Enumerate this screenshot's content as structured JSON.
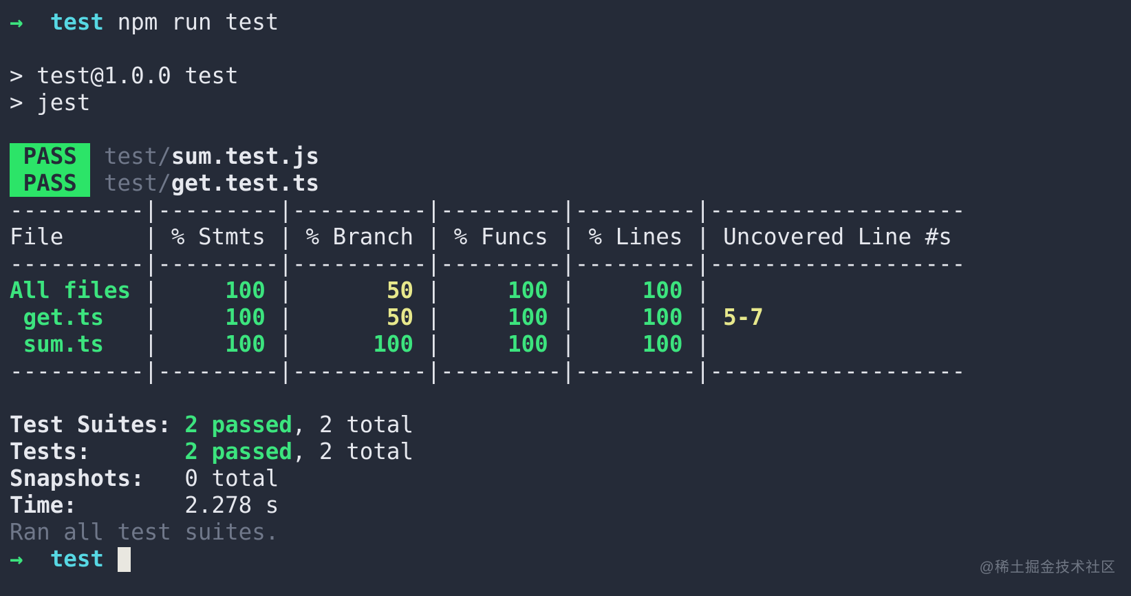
{
  "colors": {
    "background": "#252b38",
    "foreground": "#e6e8ee",
    "muted_gray": "#70788a",
    "green": "#3ce47e",
    "pass_badge_green": "#2ce468",
    "cyan": "#57d8e4",
    "yellow": "#e7e88c",
    "cursor": "#e9e7e0"
  },
  "prompt_top": {
    "arrow": "→",
    "spacer": "  ",
    "directory": "test",
    "command": " npm run test"
  },
  "npm_echo": {
    "package_line": "> test@1.0.0 test",
    "runner_line": "> jest"
  },
  "pass_results": [
    {
      "badge": " PASS ",
      "gap": " ",
      "dir": "test/",
      "file": "sum.test.js"
    },
    {
      "badge": " PASS ",
      "gap": " ",
      "dir": "test/",
      "file": "get.test.ts"
    }
  ],
  "coverage_table": {
    "divider": "----------|---------|----------|---------|---------|-------------------",
    "sep": "|",
    "header": {
      "file": "File      ",
      "stmts": " % Stmts ",
      "branch": " % Branch ",
      "funcs": " % Funcs ",
      "lines": " % Lines ",
      "uncovered": " Uncovered Line #s "
    },
    "rows": [
      {
        "file": "All files ",
        "stmts": "     100 ",
        "branch": "       50 ",
        "funcs": "     100 ",
        "lines": "     100 ",
        "uncovered": ""
      },
      {
        "file": " get.ts   ",
        "stmts": "     100 ",
        "branch": "       50 ",
        "funcs": "     100 ",
        "lines": "     100 ",
        "uncovered": " 5-7"
      },
      {
        "file": " sum.ts   ",
        "stmts": "     100 ",
        "branch": "      100 ",
        "funcs": "     100 ",
        "lines": "     100 ",
        "uncovered": ""
      }
    ]
  },
  "summary": {
    "suites_label": "Test Suites: ",
    "suites_passed": "2 passed",
    "suites_rest": ", 2 total",
    "tests_label": "Tests:       ",
    "tests_passed": "2 passed",
    "tests_rest": ", 2 total",
    "snapshots_label": "Snapshots:   ",
    "snapshots_value": "0 total",
    "time_label": "Time:        ",
    "time_value": "2.278 s",
    "footer": "Ran all test suites."
  },
  "prompt_bottom": {
    "arrow": "→",
    "spacer": "  ",
    "directory": "test",
    "trailing": " "
  },
  "watermark": "@稀土掘金技术社区"
}
